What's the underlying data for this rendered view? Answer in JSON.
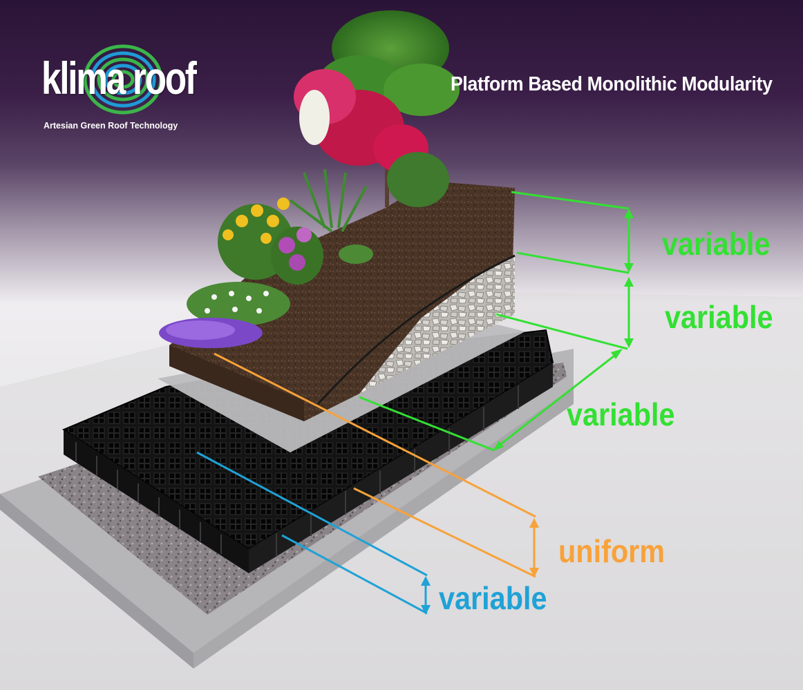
{
  "logo": {
    "name": "klima roof",
    "tagline": "Artesian Green Roof Technology"
  },
  "title": "Platform Based Monolithic Modularity",
  "layers": [
    {
      "id": "soil",
      "label": "variable",
      "color": "#33e033"
    },
    {
      "id": "gravel",
      "label": "variable",
      "color": "#33e033"
    },
    {
      "id": "geotextile",
      "label": "variable",
      "color": "#33e033"
    },
    {
      "id": "platform",
      "label": "uniform",
      "color": "#f7a23a"
    },
    {
      "id": "base",
      "label": "variable",
      "color": "#1fa2d6"
    }
  ]
}
